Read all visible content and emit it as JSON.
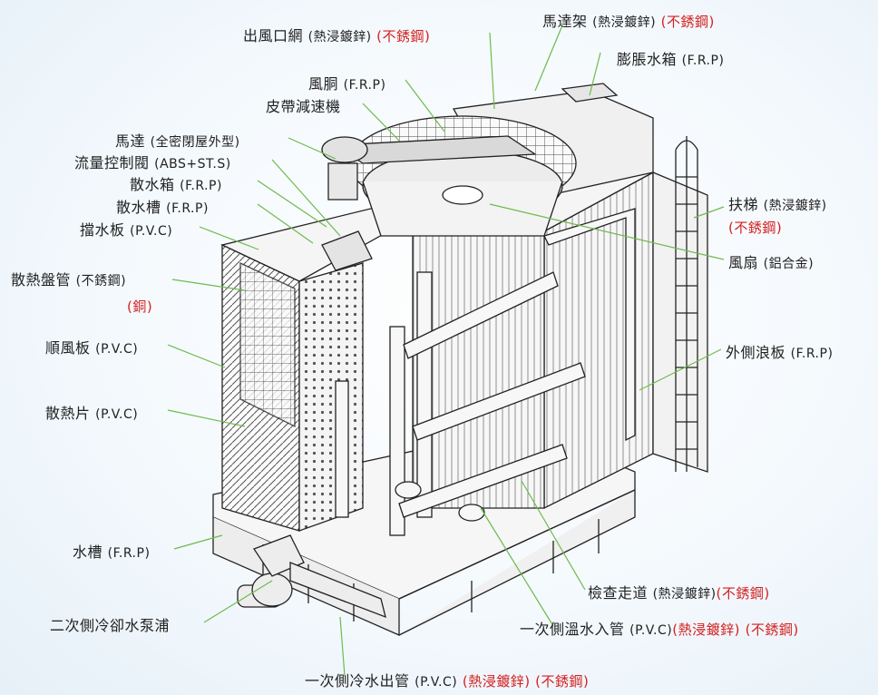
{
  "colors": {
    "leader": "#6dbb4c",
    "red_text": "#d5201f",
    "ink": "#222222"
  },
  "labels": [
    {
      "id": "outlet-mesh",
      "name": "出風口網",
      "mat": "(熱浸鍍鋅)",
      "red": "(不銹鋼)"
    },
    {
      "id": "motor-bracket",
      "name": "馬達架",
      "mat": "(熱浸鍍鋅)",
      "red": "(不銹鋼)"
    },
    {
      "id": "expansion-tank",
      "name": "膨脹水箱",
      "mat": "(F.R.P)",
      "red": ""
    },
    {
      "id": "fan-cylinder",
      "name": "風胴",
      "mat": "(F.R.P)",
      "red": ""
    },
    {
      "id": "belt-reducer",
      "name": "皮帶減速機",
      "mat": "",
      "red": ""
    },
    {
      "id": "motor",
      "name": "馬達",
      "mat": "(全密閉屋外型)",
      "red": ""
    },
    {
      "id": "flow-valve",
      "name": "流量控制閥",
      "mat": "(ABS+ST.S)",
      "red": ""
    },
    {
      "id": "distribution-box",
      "name": "散水箱",
      "mat": "(F.R.P)",
      "red": ""
    },
    {
      "id": "distribution-trough",
      "name": "散水槽",
      "mat": "(F.R.P)",
      "red": ""
    },
    {
      "id": "drift-eliminator",
      "name": "擋水板",
      "mat": "(P.V.C)",
      "red": ""
    },
    {
      "id": "ladder",
      "name": "扶梯",
      "mat": "(熱浸鍍鋅)",
      "red": "(不銹鋼)"
    },
    {
      "id": "fan",
      "name": "風扇",
      "mat": "(鋁合金)",
      "red": ""
    },
    {
      "id": "coil",
      "name": "散熱盤管",
      "mat": "(不銹鋼)",
      "red": "(銅)"
    },
    {
      "id": "louver",
      "name": "順風板",
      "mat": "(P.V.C)",
      "red": ""
    },
    {
      "id": "outer-panel",
      "name": "外側浪板",
      "mat": "(F.R.P)",
      "red": ""
    },
    {
      "id": "fill",
      "name": "散熱片",
      "mat": "(P.V.C)",
      "red": ""
    },
    {
      "id": "basin",
      "name": "水槽",
      "mat": "(F.R.P)",
      "red": ""
    },
    {
      "id": "walkway",
      "name": "檢查走道",
      "mat": "(熱浸鍍鋅)",
      "red": "(不銹鋼)"
    },
    {
      "id": "pump",
      "name": "二次側冷卻水泵浦",
      "mat": "",
      "red": ""
    },
    {
      "id": "warm-inlet",
      "name": "一次側溫水入管",
      "mat": "(P.V.C)",
      "red": "(熱浸鍍鋅)",
      "red2": "(不銹鋼)"
    },
    {
      "id": "cold-outlet",
      "name": "一次側冷水出管",
      "mat": "(P.V.C)",
      "red": "(熱浸鍍鋅)",
      "red2": "(不銹鋼)"
    }
  ]
}
